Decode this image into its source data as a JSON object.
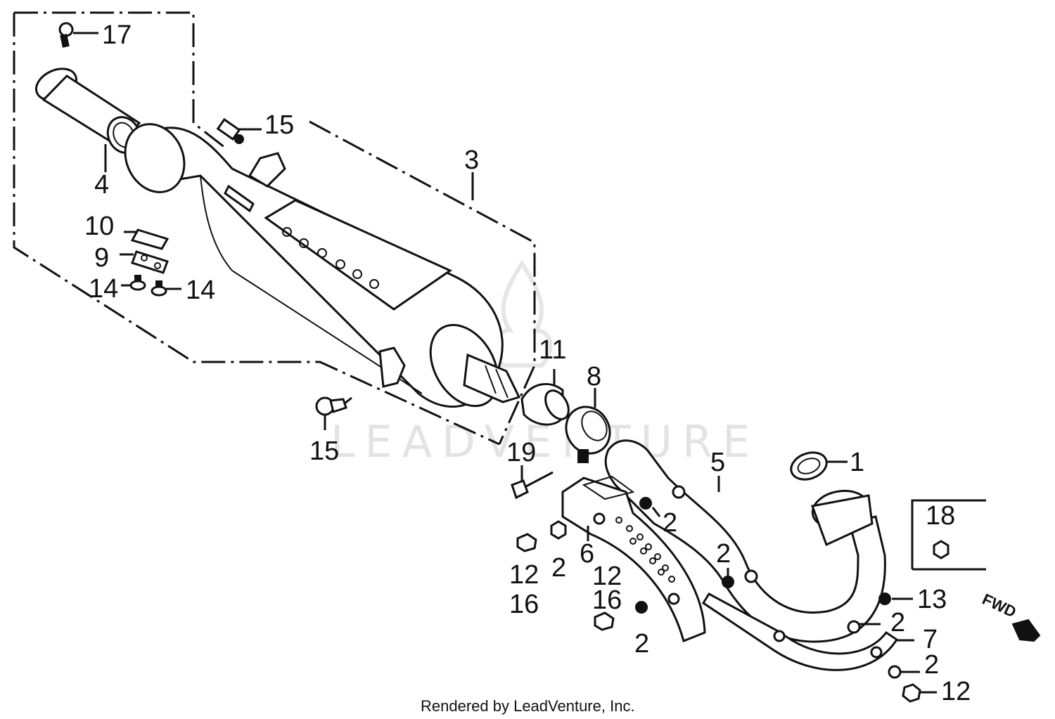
{
  "diagram": {
    "footer": "Rendered by LeadVenture, Inc.",
    "watermark": "LEADVENTURE",
    "fwd_label": "FWD",
    "callouts": [
      {
        "id": "17",
        "text": "17"
      },
      {
        "id": "15a",
        "text": "15"
      },
      {
        "id": "3",
        "text": "3"
      },
      {
        "id": "4",
        "text": "4"
      },
      {
        "id": "10",
        "text": "10"
      },
      {
        "id": "9",
        "text": "9"
      },
      {
        "id": "14a",
        "text": "14"
      },
      {
        "id": "14b",
        "text": "14"
      },
      {
        "id": "11",
        "text": "11"
      },
      {
        "id": "8",
        "text": "8"
      },
      {
        "id": "15b",
        "text": "15"
      },
      {
        "id": "19",
        "text": "19"
      },
      {
        "id": "5",
        "text": "5"
      },
      {
        "id": "1",
        "text": "1"
      },
      {
        "id": "18",
        "text": "18"
      },
      {
        "id": "2a",
        "text": "2"
      },
      {
        "id": "2b",
        "text": "2"
      },
      {
        "id": "6",
        "text": "6"
      },
      {
        "id": "12a",
        "text": "12"
      },
      {
        "id": "16a",
        "text": "16"
      },
      {
        "id": "12b",
        "text": "12"
      },
      {
        "id": "16b",
        "text": "16"
      },
      {
        "id": "2c",
        "text": "2"
      },
      {
        "id": "2d",
        "text": "2"
      },
      {
        "id": "13",
        "text": "13"
      },
      {
        "id": "2e",
        "text": "2"
      },
      {
        "id": "7",
        "text": "7"
      },
      {
        "id": "2f",
        "text": "2"
      },
      {
        "id": "12c",
        "text": "12"
      }
    ]
  }
}
